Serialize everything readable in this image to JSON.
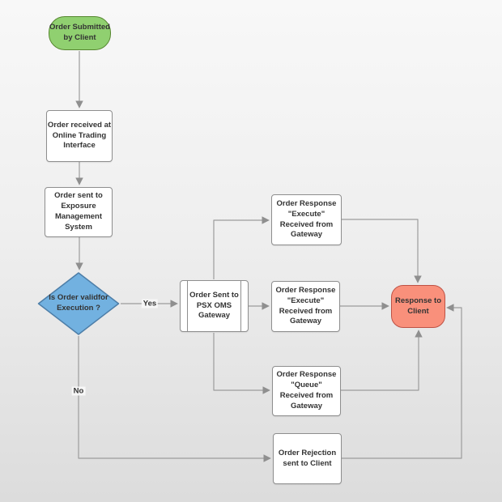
{
  "diagram": {
    "type": "flowchart",
    "nodes": {
      "start": {
        "label": "Order Submitted\nby Client",
        "shape": "terminator",
        "fill": "#90D070",
        "border": "#56872F"
      },
      "received": {
        "label": "Order received at\nOnline Trading\nInterface",
        "shape": "process",
        "fill": "#FFFFFF",
        "border": "#8E8E8E"
      },
      "exposure": {
        "label": "Order sent to\nExposure\nManagement\nSystem",
        "shape": "process",
        "fill": "#FFFFFF",
        "border": "#8E8E8E"
      },
      "decision": {
        "label": "Is Order validfor\nExecution ?",
        "shape": "decision",
        "fill": "#72B1E0",
        "border": "#4D7EA8"
      },
      "psx_gateway": {
        "label": "Order Sent to\nPSX OMS\nGateway",
        "shape": "predefined-process",
        "fill": "#FFFFFF",
        "border": "#8E8E8E"
      },
      "resp_execute_top": {
        "label": "Order Response\n\"Execute\"\nReceived from\nGateway",
        "shape": "process",
        "fill": "#FFFFFF",
        "border": "#8E8E8E"
      },
      "resp_execute_mid": {
        "label": "Order Response\n\"Execute\"\nReceived from\nGateway",
        "shape": "process",
        "fill": "#FFFFFF",
        "border": "#8E8E8E"
      },
      "resp_queue": {
        "label": "Order Response\n\"Queue\"\nReceived from\nGateway",
        "shape": "process",
        "fill": "#FFFFFF",
        "border": "#8E8E8E"
      },
      "response_client": {
        "label": "Response to\nClient",
        "shape": "terminator",
        "fill": "#F9907B",
        "border": "#BE5245"
      },
      "rejection": {
        "label": "Order Rejection\nsent to Client",
        "shape": "process",
        "fill": "#FFFFFF",
        "border": "#8E8E8E"
      }
    },
    "edge_labels": {
      "yes": "Yes",
      "no": "No"
    },
    "colors": {
      "connector": "#9C9C9C",
      "arrowhead": "#8F8F8F",
      "text": "#333333",
      "background_top": "#F8F8F8",
      "background_bottom": "#DCDCDC"
    }
  }
}
